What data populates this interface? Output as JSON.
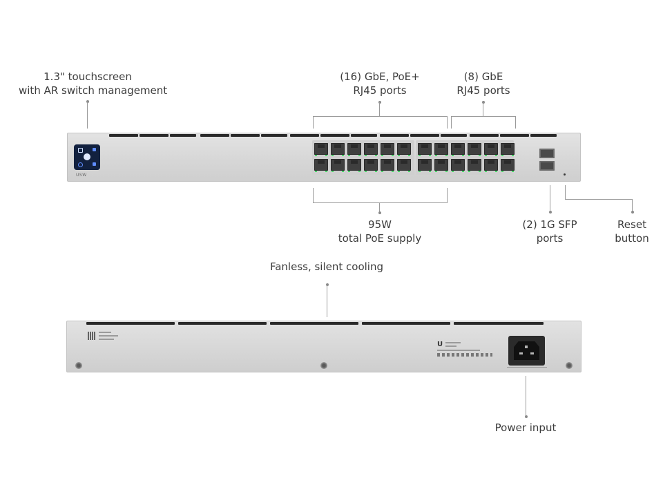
{
  "labels": {
    "touchscreen": [
      "1.3\" touchscreen",
      "with AR switch management"
    ],
    "poe_ports": [
      "(16) GbE, PoE+",
      "RJ45 ports"
    ],
    "gbe_ports": [
      "(8) GbE",
      "RJ45 ports"
    ],
    "poe_supply": [
      "95W",
      "total PoE supply"
    ],
    "sfp_ports": [
      "(2) 1G SFP",
      "ports"
    ],
    "reset": [
      "Reset",
      "button"
    ],
    "cooling": "Fanless, silent cooling",
    "power": "Power input"
  },
  "device": {
    "brand_mark": "USW"
  },
  "colors": {
    "chassis": "#d9d9d9",
    "port": "#3f3f3f",
    "led": "#4bd86c",
    "screen": "#12213f",
    "callout_line": "#9a9a9a"
  }
}
